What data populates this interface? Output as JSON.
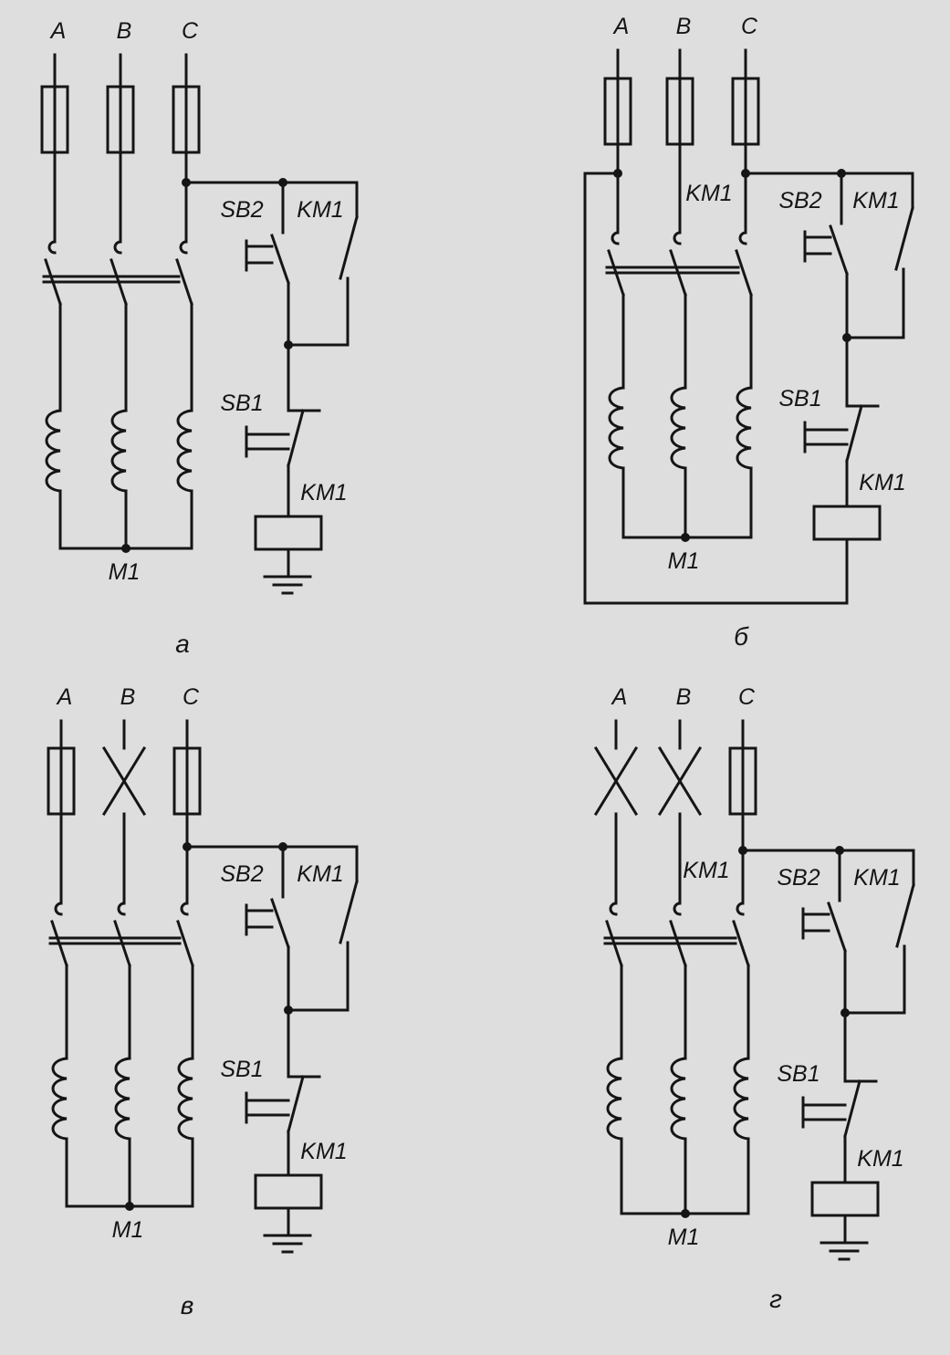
{
  "colors": {
    "background": "#dedede",
    "ink": "#151515"
  },
  "panels": [
    {
      "id": "a",
      "caption": "а",
      "phases": [
        "A",
        "B",
        "C"
      ],
      "fuses": [
        "fuse",
        "fuse",
        "fuse"
      ],
      "supply_label": "",
      "sb2": "SB2",
      "km_contact": "KM1",
      "sb1": "SB1",
      "km_coil": "KM1",
      "motor": "M1",
      "coil_return": "ground"
    },
    {
      "id": "b",
      "caption": "б",
      "phases": [
        "A",
        "B",
        "C"
      ],
      "fuses": [
        "fuse",
        "fuse",
        "fuse"
      ],
      "supply_label": "KM1",
      "sb2": "SB2",
      "km_contact": "KM1",
      "sb1": "SB1",
      "km_coil": "KM1",
      "motor": "M1",
      "coil_return": "phase-A"
    },
    {
      "id": "v",
      "caption": "в",
      "phases": [
        "A",
        "B",
        "C"
      ],
      "fuses": [
        "fuse",
        "blown",
        "fuse"
      ],
      "supply_label": "",
      "sb2": "SB2",
      "km_contact": "KM1",
      "sb1": "SB1",
      "km_coil": "KM1",
      "motor": "M1",
      "coil_return": "ground"
    },
    {
      "id": "g",
      "caption": "г",
      "phases": [
        "A",
        "B",
        "C"
      ],
      "fuses": [
        "blown",
        "blown",
        "fuse"
      ],
      "supply_label": "KM1",
      "sb2": "SB2",
      "km_contact": "KM1",
      "sb1": "SB1",
      "km_coil": "KM1",
      "motor": "M1",
      "coil_return": "ground"
    }
  ]
}
